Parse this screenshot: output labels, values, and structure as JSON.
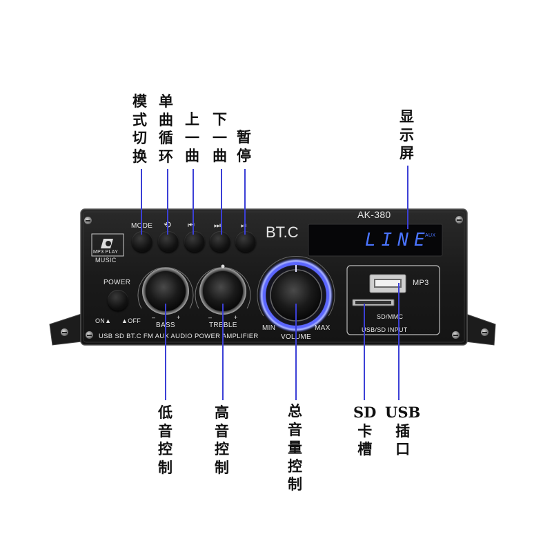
{
  "labels": {
    "mode_switch": [
      "模",
      "式",
      "切",
      "换"
    ],
    "single_loop": [
      "单",
      "曲",
      "循",
      "环"
    ],
    "previous": [
      "上",
      "一",
      "曲"
    ],
    "next": [
      "下",
      "一",
      "曲"
    ],
    "pause": [
      "暂",
      "停"
    ],
    "display": [
      "显",
      "示",
      "屏"
    ],
    "bass_control": [
      "低",
      "音",
      "控",
      "制"
    ],
    "treble_control": [
      "高",
      "音",
      "控",
      "制"
    ],
    "volume_control": [
      "总",
      "音",
      "量",
      "控",
      "制"
    ],
    "sd_slot": [
      "SD",
      "卡",
      "槽"
    ],
    "usb_port": [
      "USB",
      "插",
      "口"
    ]
  },
  "panel": {
    "model": "AK-380",
    "brand": "BT.C",
    "badge_line1": "MP3 PLAY",
    "badge_line2": "MUSIC",
    "mode_label": "MODE",
    "power_label": "POWER",
    "on_label": "ON▲",
    "off_label": "▲OFF",
    "bass_label": "BASS",
    "treble_label": "TREBLE",
    "minus": "–",
    "plus": "+",
    "volume_label": "VOLUME",
    "min_label": "MIN",
    "max_label": "MAX",
    "bottom_text": "USB SD BT.C FM AUX AUDIO POWER AMPLIFIER",
    "display_text": "LINE",
    "display_aux": "AUX",
    "mp3_label": "MP3",
    "sdmmc_label": "SD/MMC",
    "input_label": "USB/SD INPUT"
  },
  "colors": {
    "pointer_line": "#3b3fd6",
    "display_blue": "#3f6bff",
    "volume_glow": "#4a55ff"
  }
}
